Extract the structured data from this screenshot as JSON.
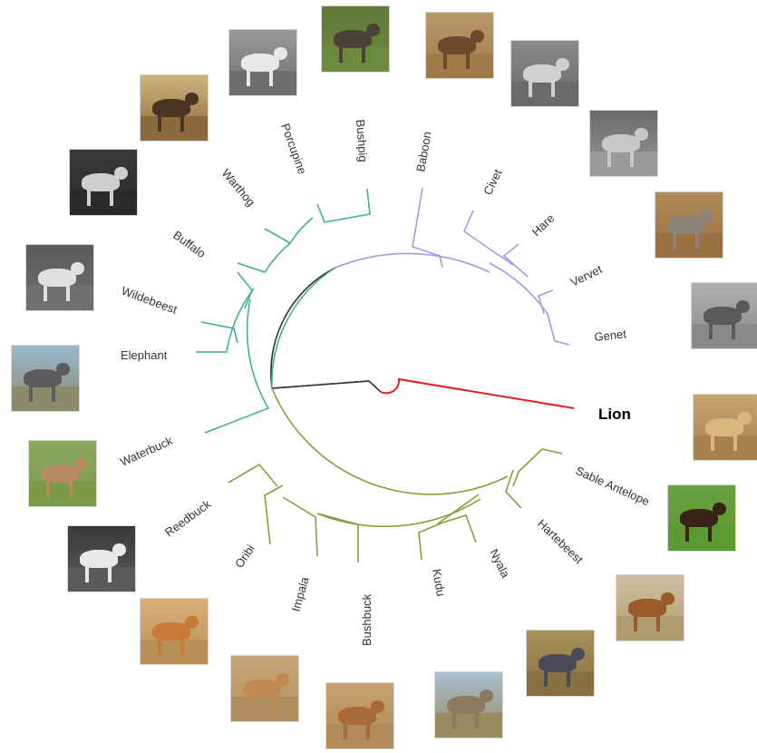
{
  "colors": {
    "primates_branch": "#a39be0",
    "mega_branch": "#3fae9e",
    "antelope_branch": "#8c9a3a",
    "lion_branch": "#e02020",
    "root_branch": "#333333"
  },
  "taxa": [
    {
      "id": "bushpig",
      "label": "Bushpig",
      "clade": "mega"
    },
    {
      "id": "porcupine",
      "label": "Porcupine",
      "clade": "mega"
    },
    {
      "id": "warthog",
      "label": "Warthog",
      "clade": "mega"
    },
    {
      "id": "buffalo",
      "label": "Buffalo",
      "clade": "mega"
    },
    {
      "id": "wildebeest",
      "label": "Wildebeest",
      "clade": "mega"
    },
    {
      "id": "elephant",
      "label": "Elephant",
      "clade": "mega"
    },
    {
      "id": "waterbuck",
      "label": "Waterbuck",
      "clade": "mega"
    },
    {
      "id": "baboon",
      "label": "Baboon",
      "clade": "primates"
    },
    {
      "id": "civet",
      "label": "Civet",
      "clade": "primates"
    },
    {
      "id": "hare",
      "label": "Hare",
      "clade": "primates"
    },
    {
      "id": "vervet",
      "label": "Vervet",
      "clade": "primates"
    },
    {
      "id": "genet",
      "label": "Genet",
      "clade": "primates"
    },
    {
      "id": "lion",
      "label": "Lion",
      "clade": "lion"
    },
    {
      "id": "sable",
      "label": "Sable Antelope",
      "clade": "antelope"
    },
    {
      "id": "hartebeest",
      "label": "Hartebeest",
      "clade": "antelope"
    },
    {
      "id": "nyala",
      "label": "Nyala",
      "clade": "antelope"
    },
    {
      "id": "kudu",
      "label": "Kudu",
      "clade": "antelope"
    },
    {
      "id": "bushbuck",
      "label": "Bushbuck",
      "clade": "antelope"
    },
    {
      "id": "impala",
      "label": "Impala",
      "clade": "antelope"
    },
    {
      "id": "oribi",
      "label": "Oribi",
      "clade": "antelope"
    },
    {
      "id": "reedbuck",
      "label": "Reedbuck",
      "clade": "antelope"
    }
  ],
  "photos": [
    {
      "id": "porcupine",
      "style": "night",
      "bg": "#9a9a9a",
      "ground": "#6e6e6e",
      "animal": "#e8e8e8"
    },
    {
      "id": "bushpig",
      "style": "color",
      "bg": "#5f7a3a",
      "ground": "#6c8a3e",
      "animal": "#4a4238"
    },
    {
      "id": "baboon",
      "style": "color",
      "bg": "#b89a6a",
      "ground": "#a07a48",
      "animal": "#6e4a2c"
    },
    {
      "id": "civet",
      "style": "night",
      "bg": "#8a8a8a",
      "ground": "#6a6a6a",
      "animal": "#d0d0d0"
    },
    {
      "id": "warthog",
      "style": "color",
      "bg": "#cdb47a",
      "ground": "#8a6a3a",
      "animal": "#4a3424"
    },
    {
      "id": "hare",
      "style": "night",
      "bg": "#6a6a6a",
      "ground": "#9a9a9a",
      "animal": "#c8c8c8"
    },
    {
      "id": "buffalo",
      "style": "night",
      "bg": "#3a3a3a",
      "ground": "#2a2a2a",
      "animal": "#cfcfcf"
    },
    {
      "id": "vervet",
      "style": "color",
      "bg": "#b08a5a",
      "ground": "#9a7040",
      "animal": "#8a8478"
    },
    {
      "id": "wildebeest",
      "style": "night",
      "bg": "#5a5a5a",
      "ground": "#707070",
      "animal": "#e0e0e0"
    },
    {
      "id": "genet",
      "style": "night",
      "bg": "#b0b0b0",
      "ground": "#8a8a8a",
      "animal": "#5a5a5a"
    },
    {
      "id": "elephant",
      "style": "color",
      "bg": "#9ab8d0",
      "ground": "#8c8a6a",
      "animal": "#5c5c60"
    },
    {
      "id": "lion",
      "style": "color",
      "bg": "#c8a470",
      "ground": "#a8824e",
      "animal": "#d8b880"
    },
    {
      "id": "waterbuck",
      "style": "color",
      "bg": "#8aa860",
      "ground": "#7a9a48",
      "animal": "#b88a60"
    },
    {
      "id": "sable",
      "style": "color",
      "bg": "#6aa040",
      "ground": "#5a9a30",
      "animal": "#3a2418"
    },
    {
      "id": "reedbuck",
      "style": "night",
      "bg": "#3a3a3a",
      "ground": "#5a5a5a",
      "animal": "#e8e8e8"
    },
    {
      "id": "hartebeest",
      "style": "color",
      "bg": "#d0c0a0",
      "ground": "#b09a70",
      "animal": "#9a5a2a"
    },
    {
      "id": "oribi",
      "style": "color",
      "bg": "#d8b078",
      "ground": "#b89058",
      "animal": "#c87a3a"
    },
    {
      "id": "nyala",
      "style": "color",
      "bg": "#a8905a",
      "ground": "#8a7040",
      "animal": "#4a4a5a"
    },
    {
      "id": "impala",
      "style": "color",
      "bg": "#c8a878",
      "ground": "#b09060",
      "animal": "#c08a50"
    },
    {
      "id": "bushbuck",
      "style": "color",
      "bg": "#c8a070",
      "ground": "#b08a58",
      "animal": "#a86a38"
    },
    {
      "id": "kudu",
      "style": "color",
      "bg": "#a8c0d0",
      "ground": "#9a8a60",
      "animal": "#8a7a60"
    }
  ]
}
